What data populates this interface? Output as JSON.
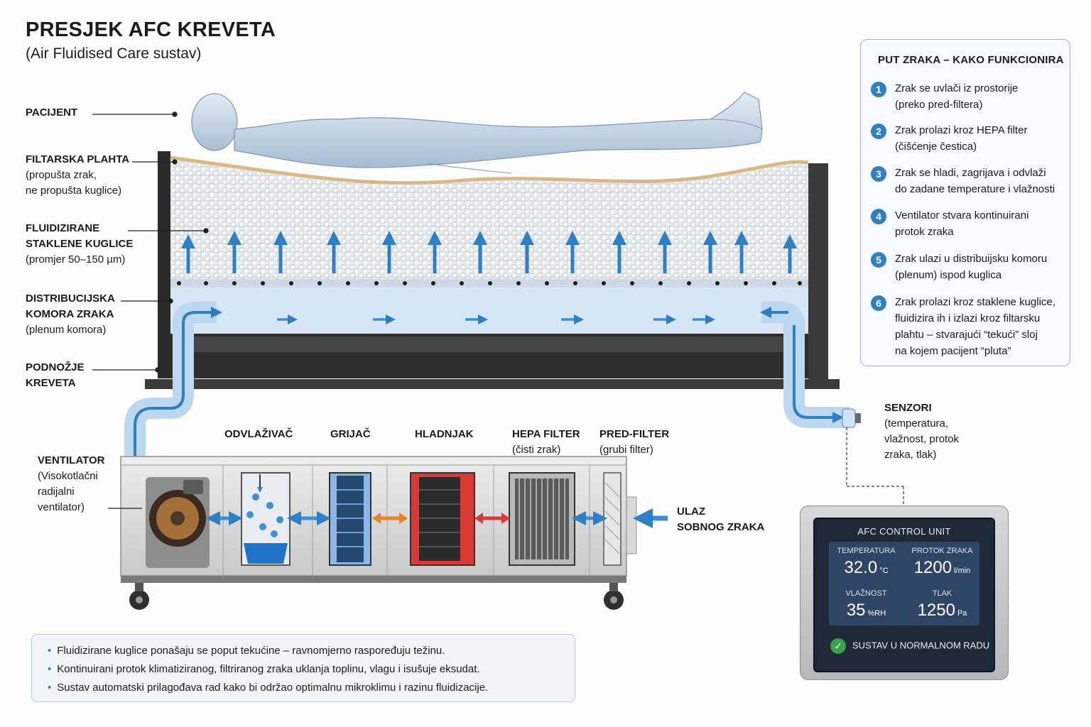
{
  "title": "PRESJEK AFC KREVETA",
  "subtitle": "(Air Fluidised Care sustav)",
  "labels": {
    "pacijent": "PACIJENT",
    "plahta_title": "FILTARSKA PLAHTA",
    "plahta_l1": "(propušta zrak,",
    "plahta_l2": "ne propušta kuglice)",
    "kuglice_t1": "FLUIDIZIRANE",
    "kuglice_t2": "STAKLENE KUGLICE",
    "kuglice_sub": "(promjer 50–150 µm)",
    "komora_t1": "DISTRIBUCIJSKA",
    "komora_t2": "KOMORA ZRAKA",
    "komora_sub": "(plenum komora)",
    "podnozje_t1": "PODNOŽJE",
    "podnozje_t2": "KREVETA",
    "ventilator_t": "VENTILATOR",
    "ventilator_l1": "(Visokotlačni",
    "ventilator_l2": "radijalni",
    "ventilator_l3": "ventilator)",
    "senzori_t": "SENZORI",
    "senzori_l1": "(temperatura,",
    "senzori_l2": "vlažnost, protok",
    "senzori_l3": "zraka, tlak)",
    "ulaz_l1": "ULAZ",
    "ulaz_l2": "SOBNOG ZRAKA"
  },
  "components": {
    "odvlazivac": "ODVLAŽIVAČ",
    "grijac": "GRIJAČ",
    "hladnjak": "HLADNJAK",
    "hepa": "HEPA FILTER",
    "hepa_sub": "(čisti zrak)",
    "pred": "PRED-FILTER",
    "pred_sub": "(grubi filter)"
  },
  "airflow": {
    "title": "PUT ZRAKA – KAKO FUNKCIONIRA",
    "steps": [
      {
        "n": "1",
        "l1": "Zrak se uvlači iz prostorije",
        "l2": "(preko pred-filtera)"
      },
      {
        "n": "2",
        "l1": "Zrak prolazi kroz HEPA filter",
        "l2": "(čišćenje čestica)"
      },
      {
        "n": "3",
        "l1": "Zrak se hladi, zagrijava i odvlaži",
        "l2": "do zadane temperature i vlažnosti"
      },
      {
        "n": "4",
        "l1": "Ventilator stvara kontinuirani",
        "l2": "protok zraka"
      },
      {
        "n": "5",
        "l1": "Zrak ulazi u distribuijsku komoru",
        "l2": "(plenum) ispod kuglica"
      },
      {
        "n": "6",
        "l1": "Zrak prolazi kroz staklene kuglice,",
        "l2": "fluidizira ih i izlazi kroz filtarsku",
        "l3": "plahtu – stvarajući “tekući” sloj",
        "l4": "na kojem pacijent “pluta”"
      }
    ]
  },
  "notes": [
    "Fluidizirane kuglice ponašaju se poput tekućine – ravnomjerno raspoređuju težinu.",
    "Kontinuirani protok klimatiziranog, filtriranog zraka uklanja toplinu, vlagu i isušuje eksudat.",
    "Sustav automatski prilagođava rad kako bi održao optimalnu mikroklimu i razinu fluidizacije."
  ],
  "control_unit": {
    "title": "AFC CONTROL UNIT",
    "temp_label": "TEMPERATURA",
    "temp_value": "32.0",
    "temp_unit": "°C",
    "flow_label": "PROTOK ZRAKA",
    "flow_value": "1200",
    "flow_unit": "l/min",
    "hum_label": "VLAŽNOST",
    "hum_value": "35",
    "hum_unit": "%RH",
    "press_label": "TLAK",
    "press_value": "1250",
    "press_unit": "Pa",
    "status": "SUSTAV U NORMALNOM RADU"
  },
  "colors": {
    "air": "#3b8fd6",
    "air_light": "#a9cdee",
    "heat": "#e7842a",
    "cool": "#d83a3a",
    "frame": "#2b2b2b"
  }
}
